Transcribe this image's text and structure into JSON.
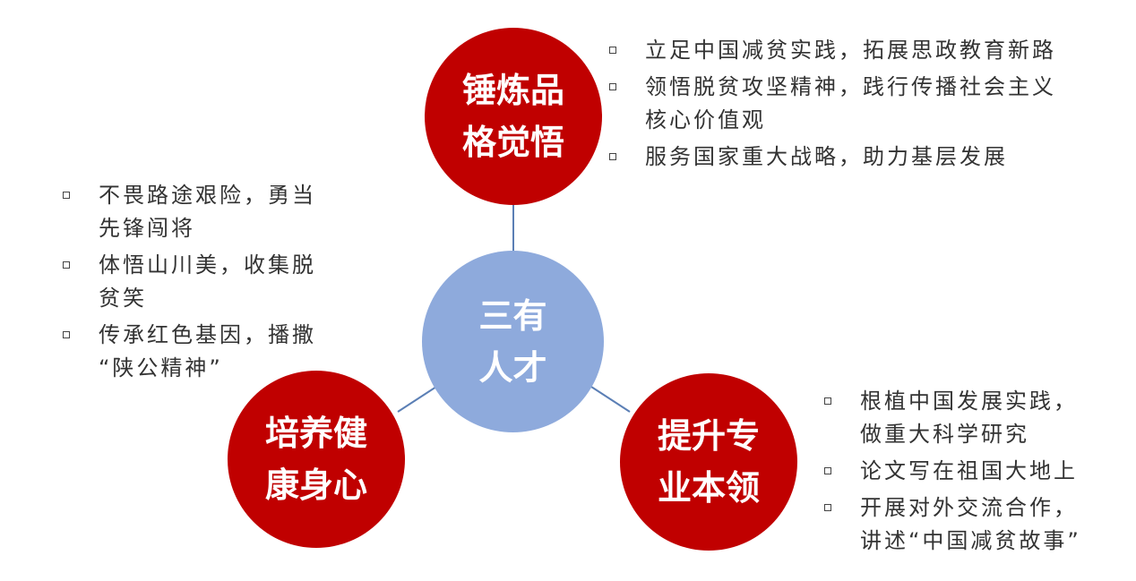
{
  "colors": {
    "red": "#c00000",
    "blue": "#8eaadc",
    "connector": "#5b7fb5"
  },
  "center": {
    "label": "三有\n人才"
  },
  "top": {
    "label": "锤炼品\n格觉悟",
    "items": [
      "立足中国减贫实践，拓展思政教育新路",
      "领悟脱贫攻坚精神，践行传播社会主义\n核心价值观",
      "服务国家重大战略，助力基层发展"
    ]
  },
  "left": {
    "label": "培养健\n康身心",
    "items": [
      "不畏路途艰险，勇当\n先锋闯将",
      "体悟山川美，收集脱\n贫笑",
      "传承红色基因，播撒\n“陕公精神”"
    ]
  },
  "right": {
    "label": "提升专\n业本领",
    "items": [
      "根植中国发展实践，\n做重大科学研究",
      "论文写在祖国大地上",
      "开展对外交流合作，\n讲述“中国减贫故事”"
    ]
  }
}
